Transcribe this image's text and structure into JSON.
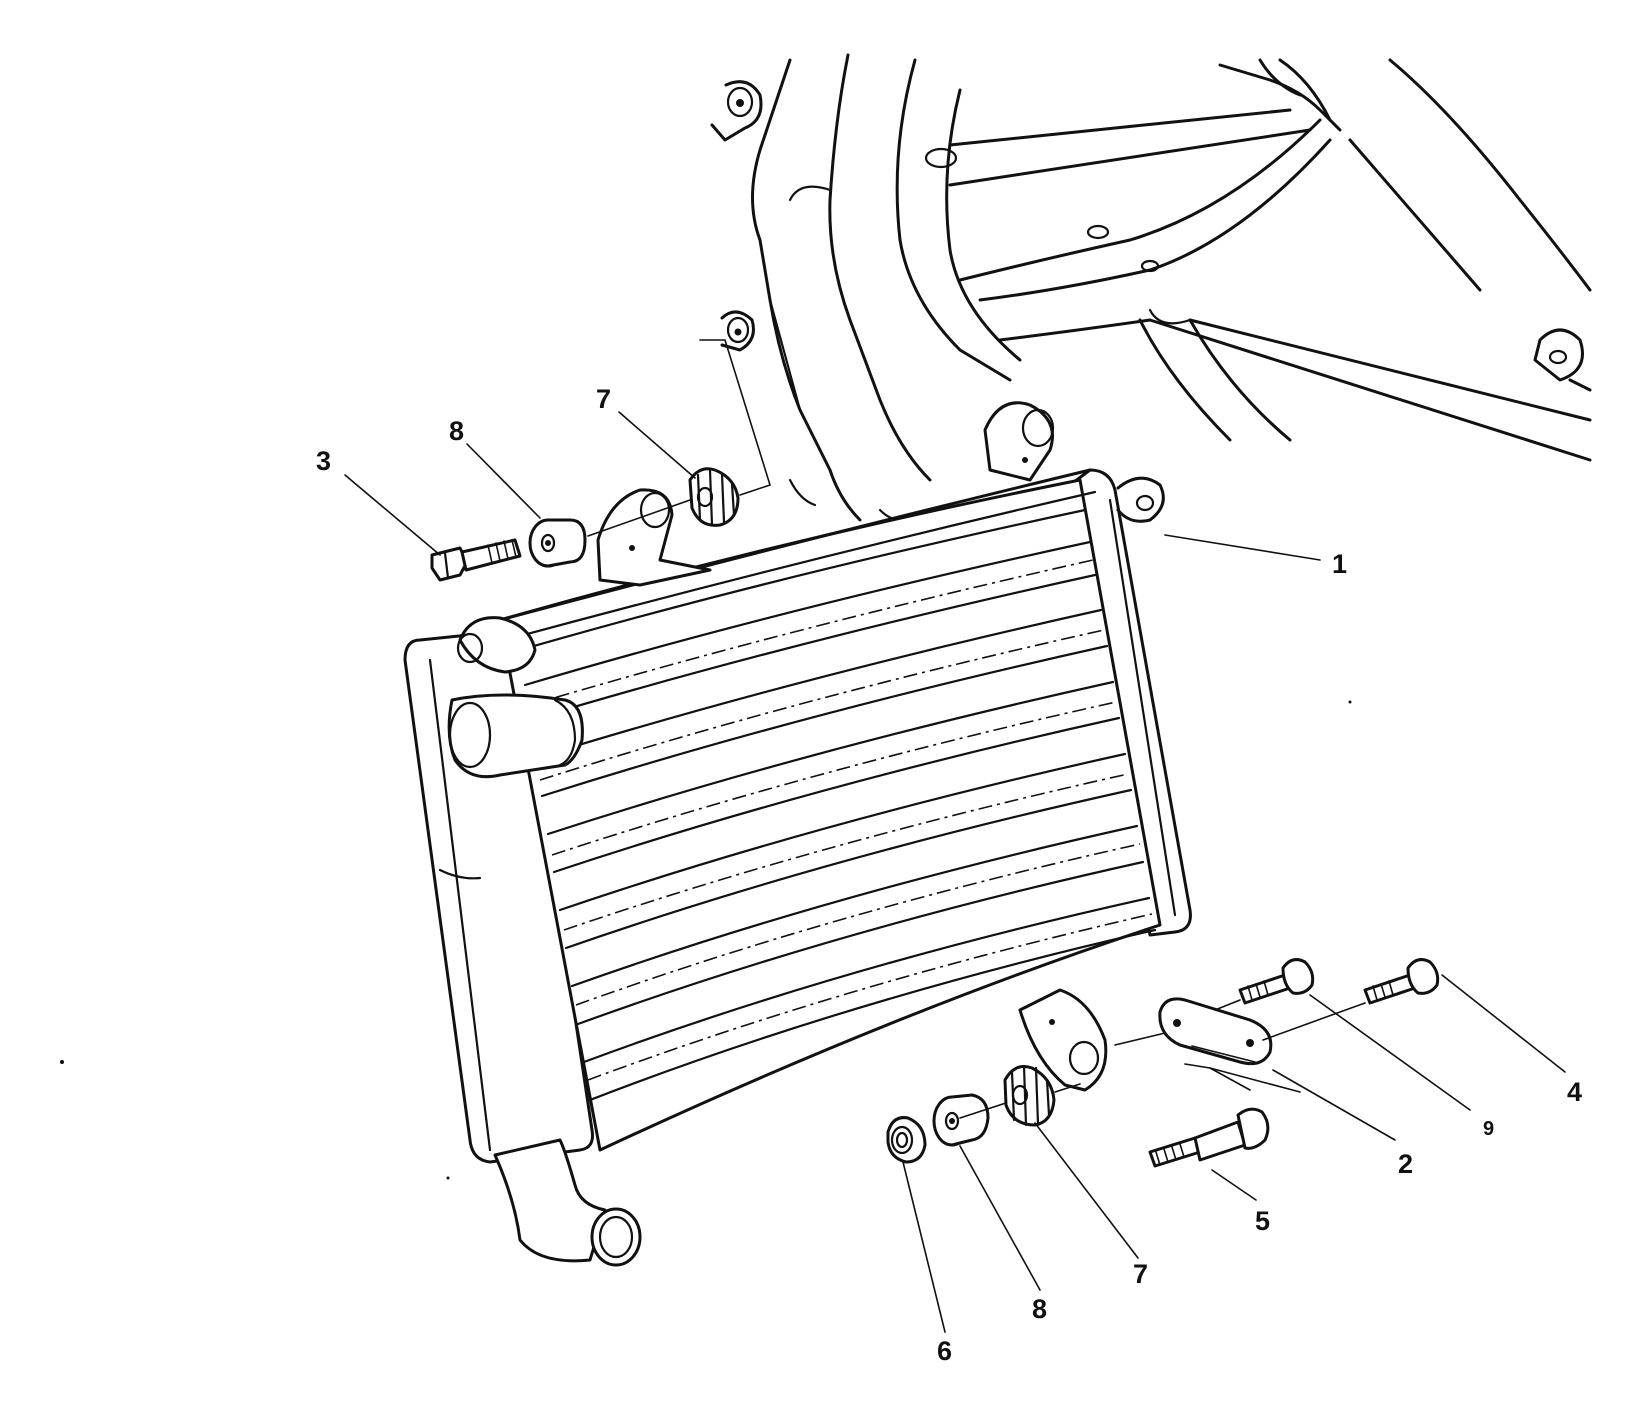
{
  "diagram": {
    "callouts": [
      {
        "id": "c1",
        "label": "1"
      },
      {
        "id": "c2",
        "label": "2"
      },
      {
        "id": "c3",
        "label": "3"
      },
      {
        "id": "c4",
        "label": "4"
      },
      {
        "id": "c5",
        "label": "5"
      },
      {
        "id": "c6",
        "label": "6"
      },
      {
        "id": "c7a",
        "label": "7"
      },
      {
        "id": "c7b",
        "label": "7"
      },
      {
        "id": "c8a",
        "label": "8"
      },
      {
        "id": "c8b",
        "label": "8"
      },
      {
        "id": "c9",
        "label": "9"
      }
    ]
  }
}
